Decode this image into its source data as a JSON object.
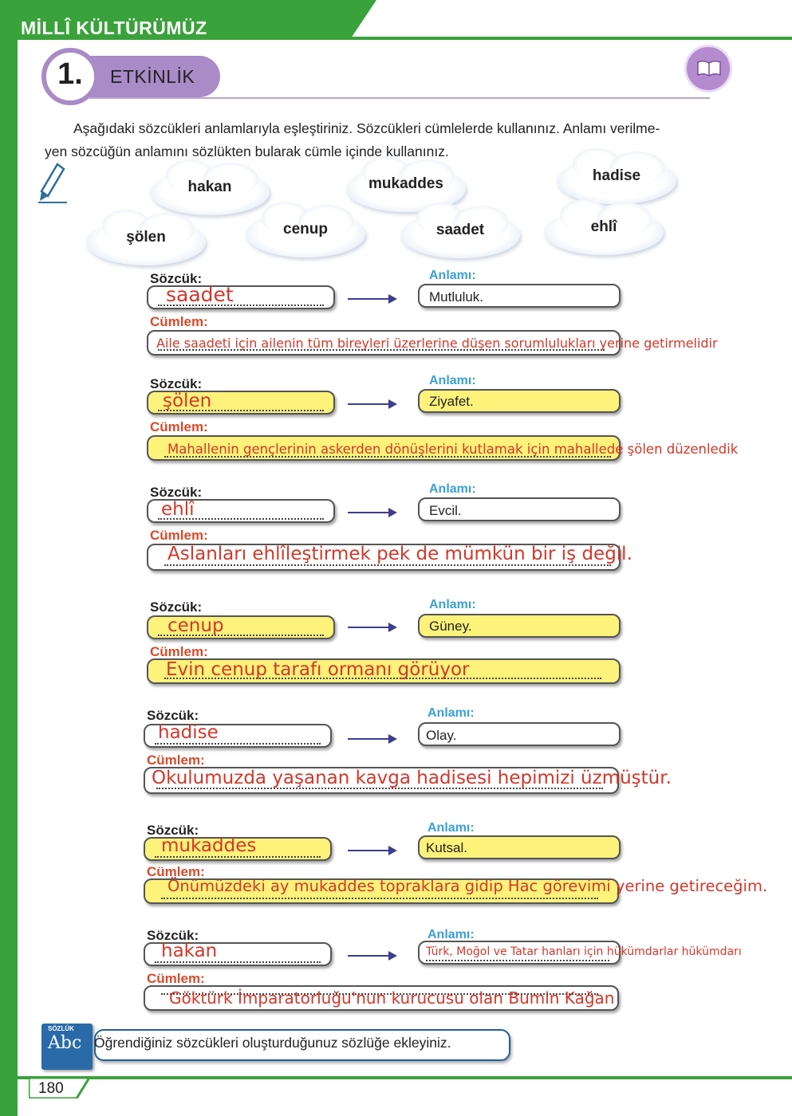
{
  "header": {
    "title": "MİLLÎ KÜLTÜRÜMÜZ"
  },
  "activity": {
    "number": "1.",
    "label": "ETKİNLİK",
    "badge_icon": "open-book-icon"
  },
  "instructions": {
    "line1": "Aşağıdaki sözcükleri anlamlarıyla eşleştiriniz. Sözcükleri cümlelerde kullanınız. Anlamı verilme-",
    "line2": "yen sözcüğün anlamını sözlükten bularak cümle içinde kullanınız."
  },
  "pencil_icon": "pencil-icon",
  "clouds": [
    "hakan",
    "mukaddes",
    "hadise",
    "şölen",
    "cenup",
    "saadet",
    "ehlî"
  ],
  "labels": {
    "word": "Sözcük:",
    "meaning": "Anlamı:",
    "sentence": "Cümlem:"
  },
  "entries": [
    {
      "word": "saadet",
      "meaning": "Mutluluk.",
      "sentence": "Aile saadeti için ailenin tüm bireyleri üzerlerine düşen sorumlulukları yerine getirmelidir",
      "highlight": false
    },
    {
      "word": "şölen",
      "meaning": "Ziyafet.",
      "sentence": "Mahallenin gençlerinin askerden dönüşlerini kutlamak için mahallede şölen düzenledik",
      "highlight": true
    },
    {
      "word": "ehlî",
      "meaning": "Evcil.",
      "sentence": "Aslanları ehlîleştirmek pek de mümkün bir iş değil.",
      "highlight": false
    },
    {
      "word": "cenup",
      "meaning": "Güney.",
      "sentence": "Evin cenup tarafı ormanı görüyor",
      "highlight": true
    },
    {
      "word": "hadise",
      "meaning": "Olay.",
      "sentence": "Okulumuzda yaşanan kavga hadisesi hepimizi üzmüştür.",
      "highlight": false
    },
    {
      "word": "mukaddes",
      "meaning": "Kutsal.",
      "sentence": "Önümüzdeki ay mukaddes topraklara gidip Hac görevimi yerine getireceğim.",
      "highlight": true
    },
    {
      "word": "hakan",
      "meaning": "Türk, Moğol ve Tatar hanları için hükümdarlar hükümdarı",
      "sentence": "Göktürk İmparatorluğu'nun kurucusu olan Bumin Kağan",
      "highlight": false
    }
  ],
  "colors": {
    "green": "#3aa23a",
    "purple": "#a98bc7",
    "yellow": "#fdf27a",
    "handwriting": "#d4372a",
    "label_blue": "#3aa0d8",
    "label_red": "#d94a2a"
  },
  "footer": {
    "dictionary_small": "SÖZLÜK",
    "dictionary_abc": "Abc",
    "text": "Öğrendiğiniz sözcükleri oluşturduğunuz sözlüğe ekleyiniz.",
    "page_number": "180"
  }
}
